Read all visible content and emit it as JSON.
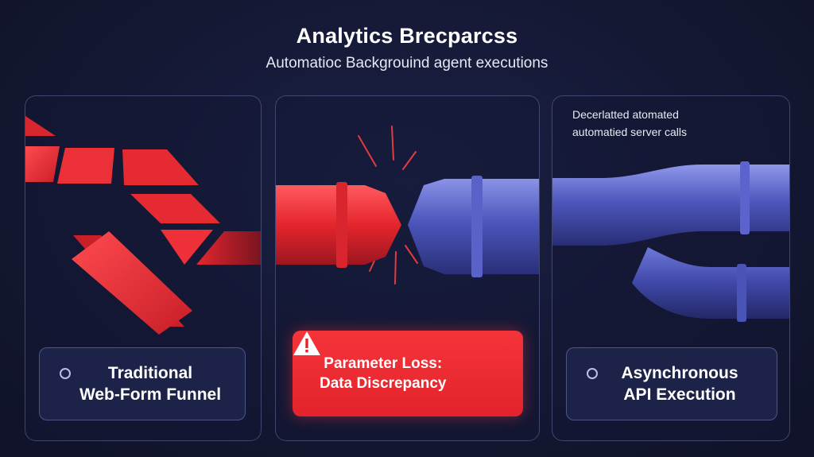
{
  "header": {
    "title": "Analytics Brecparcss",
    "subtitle": "Automatioc Backgrouind agent executions"
  },
  "panels": {
    "left": {
      "label_line1": "Traditional",
      "label_line2": "Web-Form Funnel",
      "icon": "radio-circle-icon"
    },
    "center": {
      "label_line1": "Parameter Loss:",
      "label_line2": "Data Discrepancy",
      "icon": "warning-triangle-icon"
    },
    "right": {
      "callout_line1": "Decerlatted atomated",
      "callout_line2": "automatied server calls",
      "label_line1": "Asynchronous",
      "label_line2": "API Execution",
      "icon": "radio-circle-icon"
    }
  },
  "colors": {
    "red": "#ef3038",
    "blue": "#4a55b8",
    "background": "#141833"
  }
}
